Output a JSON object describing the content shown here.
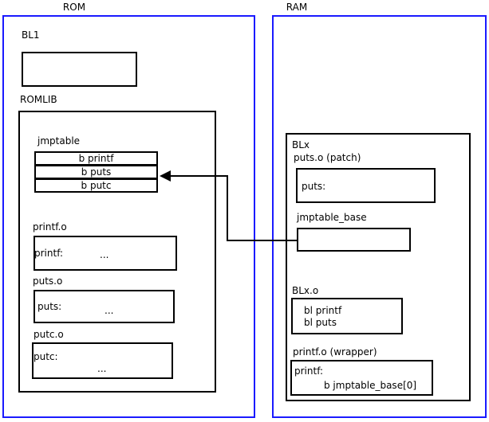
{
  "diagram": {
    "colors": {
      "region_border": "#1a1aff",
      "box_border": "#000000",
      "background": "#ffffff",
      "text": "#000000"
    },
    "regions": [
      {
        "id": "rom",
        "title": "ROM"
      },
      {
        "id": "ram",
        "title": "RAM"
      }
    ],
    "rom": {
      "title": "ROM",
      "bl1_label": "BL1",
      "romlib_label": "ROMLIB",
      "jmptable_label": "jmptable",
      "jmptable_rows": [
        "b printf",
        "b puts",
        "b putc"
      ],
      "objects": [
        {
          "label": "printf.o",
          "symbol": "printf:",
          "body": "..."
        },
        {
          "label": "puts.o",
          "symbol": "puts:",
          "body": "..."
        },
        {
          "label": "putc.o",
          "symbol": "putc:",
          "body": "..."
        }
      ]
    },
    "ram": {
      "title": "RAM",
      "blx_label": "BLx",
      "puts_patch_label": "puts.o (patch)",
      "puts_patch_symbol": "puts:",
      "jmptable_base_label": "jmptable_base",
      "blx_o_label": "BLx.o",
      "blx_o_lines": [
        "bl printf",
        "bl puts"
      ],
      "printf_wrapper_label": "printf.o (wrapper)",
      "printf_wrapper_symbol": "printf:",
      "printf_wrapper_branch": "b jmptable_base[0]"
    },
    "connector": {
      "name": "jmptable-base-to-jmptable-arrow",
      "from": "jmptable_base",
      "to": "b puts"
    }
  }
}
